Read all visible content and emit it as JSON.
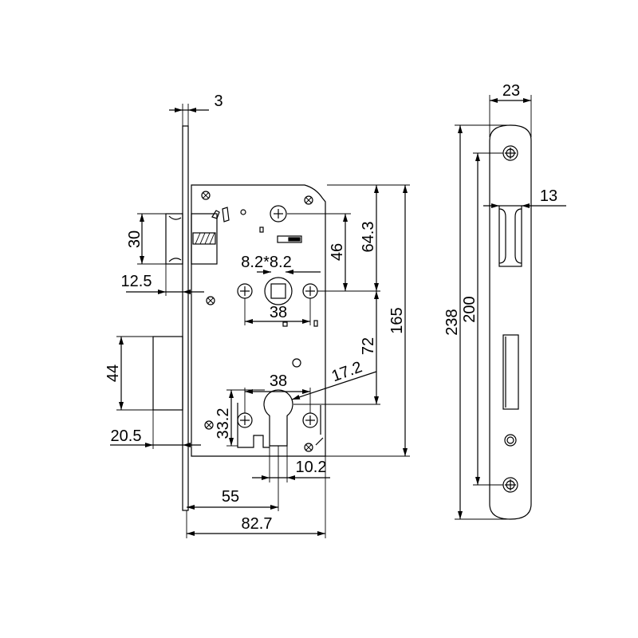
{
  "colors": {
    "stroke": "#000000",
    "background": "#ffffff"
  },
  "front_view": {
    "faceplate_thickness": "3",
    "latch_height": "30",
    "latch_projection": "12.5",
    "deadbolt_height": "44",
    "deadbolt_projection": "20.5",
    "spindle_size": "8.2*8.2",
    "screw_to_spindle": "46",
    "top_to_spindle": "64.3",
    "spindle_screw_spacing": "38",
    "case_height": "165",
    "spindle_to_cylinder": "72",
    "cylinder_radius": "17.2",
    "cylinder_screw_spacing": "38",
    "cylinder_height": "33.2",
    "cylinder_width": "10.2",
    "backset": "55",
    "case_depth": "82.7"
  },
  "side_view": {
    "faceplate_width": "23",
    "latch_width": "13",
    "faceplate_length": "238",
    "screw_spacing": "200"
  }
}
